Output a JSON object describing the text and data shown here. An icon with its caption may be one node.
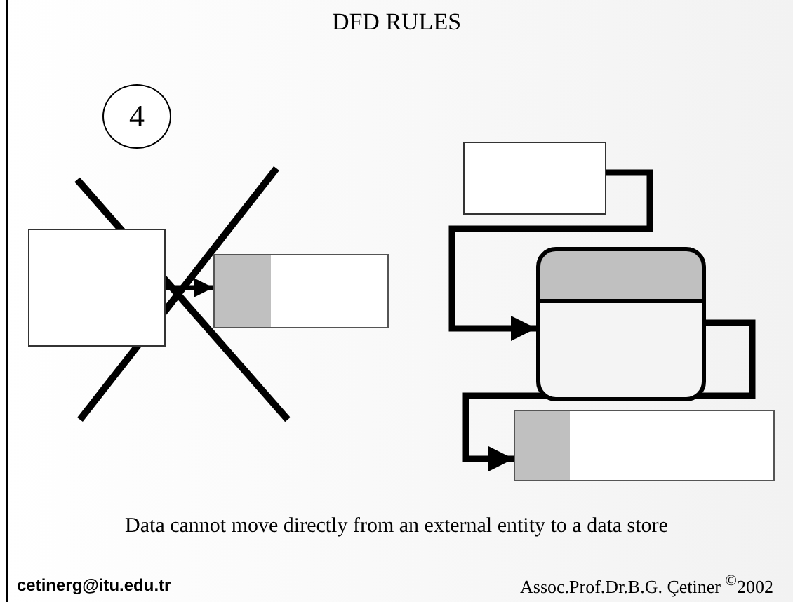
{
  "diagram": {
    "title": "DFD RULES",
    "caption": "Data cannot move directly from an external entity to a data store",
    "nodes": [
      {
        "text": [
          "4"
        ]
      },
      {
        "text": [],
        "shape": "box"
      },
      {
        "text": [],
        "shape": "store"
      },
      {
        "text": [],
        "shape": "box"
      },
      {
        "text": [],
        "shape": "process"
      },
      {
        "text": [],
        "shape": "store"
      }
    ],
    "edges": [
      {
        "from": 1,
        "to": 2,
        "arrow": "to"
      },
      {
        "from": 3,
        "to": 4,
        "arrow": "to"
      },
      {
        "from": 4,
        "to": 5,
        "arrow": "to"
      }
    ],
    "labels": [
      "cetinerg@itu.edu.tr",
      "Assoc.Prof.Dr.B.G. Çetiner $^{©}$2002"
    ]
  }
}
